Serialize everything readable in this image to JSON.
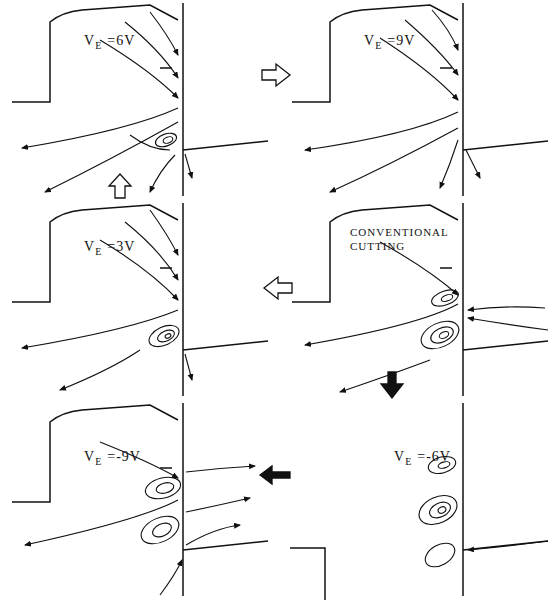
{
  "diagram": {
    "labels": [
      "V",
      "E",
      "=6V",
      "V",
      "E",
      "=9V",
      "V",
      "E",
      "=3V",
      "CONVENTIONAL CUTTING",
      "V",
      "E",
      "=-6V",
      "V",
      "E",
      "=-9V"
    ]
  }
}
